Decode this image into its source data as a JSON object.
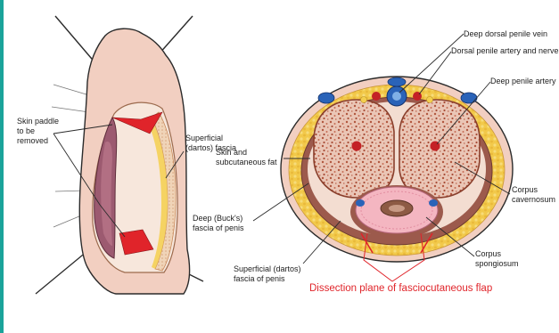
{
  "colors": {
    "accent_bar": "#1aa39a",
    "skin": "#f2cfc1",
    "skin_outline": "#2b2b2b",
    "dartos": "#e6b98f",
    "dartos_fat": "#f4cf4e",
    "bucks_fascia": "#9c5a4c",
    "cavernosum": "#e9c3b3",
    "cavernosum_spot": "#b5563f",
    "spongiosum": "#f4b6c1",
    "vessel_blue": "#2a63b8",
    "vessel_red": "#c42126",
    "paddle_red": "#e0242a",
    "caption_red": "#e0242a"
  },
  "left_figure": {
    "labels": {
      "skin_paddle": "Skin paddle to be removed",
      "superficial_fascia": "Superficial (dartos) fascia"
    }
  },
  "right_figure": {
    "labels": {
      "deep_dorsal_vein": "Deep dorsal penile vein",
      "dorsal_artery_nerve": "Dorsal penile artery and nerve",
      "deep_penile_artery": "Deep penile artery",
      "skin_subcutaneous_fat": "Skin and subcutaneous fat",
      "bucks_fascia": "Deep (Buck's) fascia of penis",
      "corpus_cavernosum": "Corpus cavernosum",
      "corpus_spongiosum": "Corpus spongiosum",
      "superficial_dartos": "Superficial (dartos) fascia of penis"
    },
    "caption": "Dissection plane of fasciocutaneous flap"
  }
}
